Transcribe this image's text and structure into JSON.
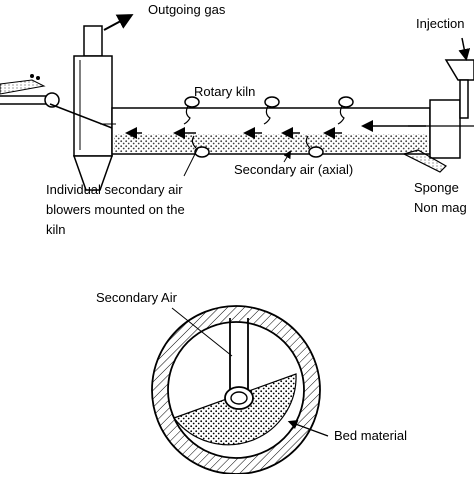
{
  "labels": {
    "outgoing_gas": "Outgoing gas",
    "injection": "Injection",
    "rotary_kiln": "Rotary kiln",
    "secondary_air_axial": "Secondary air (axial)",
    "blowers_line1": "Individual secondary air",
    "blowers_line2": "blowers mounted on the",
    "blowers_line3": "kiln",
    "sponge": "Sponge",
    "non_mag": "Non mag",
    "secondary_air": "Secondary Air",
    "bed_material": "Bed material"
  },
  "colors": {
    "line": "#000000",
    "background": "#ffffff"
  }
}
